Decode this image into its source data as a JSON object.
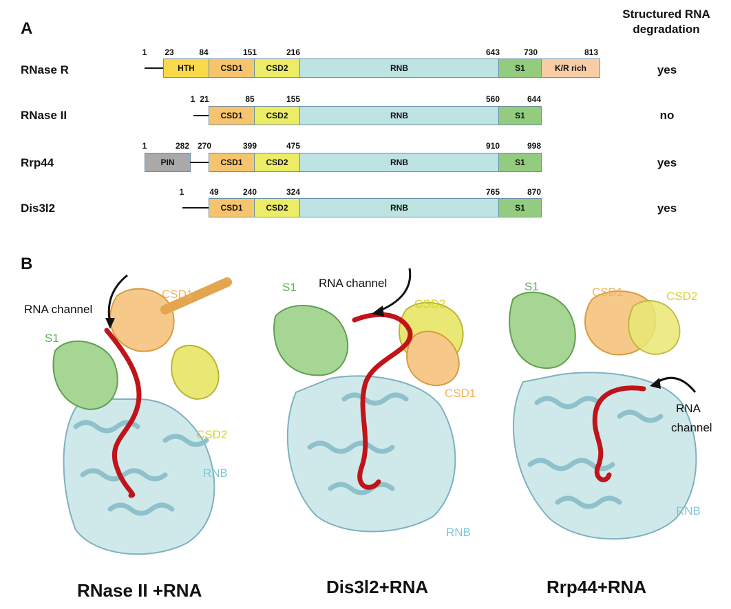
{
  "panel_a": {
    "label": "A",
    "header": {
      "line1": "Structured RNA",
      "line2": "degradation"
    },
    "rows": [
      {
        "name": "RNase R",
        "answer": "yes",
        "numbers": [
          "1",
          "23",
          "84",
          "151",
          "216",
          "643",
          "730",
          "813"
        ],
        "domains": [
          "HTH",
          "CSD1",
          "CSD2",
          "RNB",
          "S1",
          "K/R rich"
        ]
      },
      {
        "name": "RNase II",
        "answer": "no",
        "numbers": [
          "1",
          "21",
          "85",
          "155",
          "560",
          "644"
        ],
        "domains": [
          "CSD1",
          "CSD2",
          "RNB",
          "S1"
        ]
      },
      {
        "name": "Rrp44",
        "answer": "yes",
        "numbers": [
          "1",
          "282",
          "270",
          "399",
          "475",
          "910",
          "998"
        ],
        "domains": [
          "PIN",
          "CSD1",
          "CSD2",
          "RNB",
          "S1"
        ]
      },
      {
        "name": "Dis3l2",
        "answer": "yes",
        "numbers": [
          "1",
          "49",
          "240",
          "324",
          "765",
          "870"
        ],
        "domains": [
          "CSD1",
          "CSD2",
          "RNB",
          "S1"
        ]
      }
    ]
  },
  "panel_b": {
    "label": "B",
    "structures": [
      {
        "title": "RNase II +RNA",
        "labels": {
          "s1": "S1",
          "csd1": "CSD1",
          "csd2": "CSD2",
          "rnb": "RNB",
          "channel": "RNA channel"
        }
      },
      {
        "title": "Dis3l2+RNA",
        "labels": {
          "s1": "S1",
          "csd1": "CSD1",
          "csd2": "CSD2",
          "rnb": "RNB",
          "channel": "RNA channel"
        }
      },
      {
        "title": "Rrp44+RNA",
        "labels": {
          "s1": "S1",
          "csd1": "CSD1",
          "csd2": "CSD2",
          "rnb": "RNB",
          "channel_1": "RNA",
          "channel_2": "channel"
        }
      }
    ]
  },
  "colors": {
    "hth": "#f8d94a",
    "csd1": "#f7c46e",
    "csd2": "#ecec66",
    "rnb": "#bde3e2",
    "s1": "#93cc7e",
    "kr_rich": "#f8cda6",
    "pin": "#a9a9a9",
    "rna": "#c0141a"
  }
}
